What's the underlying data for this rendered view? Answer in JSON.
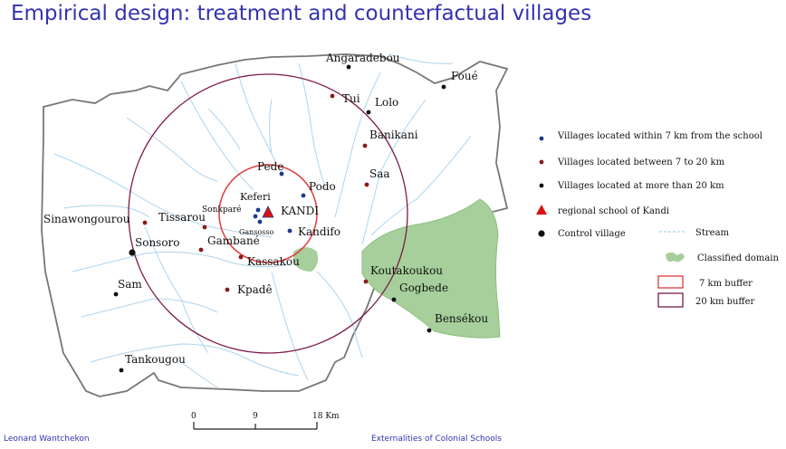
{
  "slide": {
    "title": "Empirical design: treatment and counterfactual villages",
    "footer_left": "Leonard Wantchekon",
    "footer_center": "Externalities of Colonial Schools"
  },
  "map": {
    "villages": [
      {
        "id": "angaradebou",
        "name": "Angaradebou",
        "cat": "far"
      },
      {
        "id": "foue",
        "name": "Foué",
        "cat": "far"
      },
      {
        "id": "tui",
        "name": "Tui",
        "cat": "mid"
      },
      {
        "id": "lolo",
        "name": "Lolo",
        "cat": "far"
      },
      {
        "id": "banikani",
        "name": "Banikani",
        "cat": "mid"
      },
      {
        "id": "saa",
        "name": "Saa",
        "cat": "mid"
      },
      {
        "id": "pede",
        "name": "Pede",
        "cat": "near"
      },
      {
        "id": "podo",
        "name": "Podo",
        "cat": "near"
      },
      {
        "id": "keferi",
        "name": "Keferi",
        "cat": "near"
      },
      {
        "id": "sonkpare",
        "name": "Sonkparé",
        "cat": "near"
      },
      {
        "id": "gansosso",
        "name": "Gansosso",
        "cat": "near"
      },
      {
        "id": "kandifo",
        "name": "Kandifo",
        "cat": "near"
      },
      {
        "id": "tissarou",
        "name": "Tissarou",
        "cat": "mid"
      },
      {
        "id": "sinawongourou",
        "name": "Sinawongourou",
        "cat": "mid"
      },
      {
        "id": "sonsoro",
        "name": "Sonsoro",
        "cat": "control"
      },
      {
        "id": "gambane",
        "name": "Gambané",
        "cat": "mid"
      },
      {
        "id": "kassakou",
        "name": "Kassakou",
        "cat": "mid"
      },
      {
        "id": "sam",
        "name": "Sam",
        "cat": "far"
      },
      {
        "id": "kpade",
        "name": "Kpadê",
        "cat": "mid"
      },
      {
        "id": "koutakoukou",
        "name": "Koutakoukou",
        "cat": "mid"
      },
      {
        "id": "gogbede",
        "name": "Gogbede",
        "cat": "far"
      },
      {
        "id": "bensekou",
        "name": "Bensékou",
        "cat": "far"
      },
      {
        "id": "tankougou",
        "name": "Tankougou",
        "cat": "far"
      }
    ],
    "school": {
      "name": "KANDI"
    },
    "legend": {
      "within7": "Villages located  within 7 km from the school",
      "between7_20": "Villages located between 7 to 20 km",
      "beyond20": "Villages located at more than 20 km",
      "school": "regional school of Kandi",
      "control": "Control village",
      "stream": "Stream",
      "classified": "Classified domain",
      "buffer7": "7 km buffer",
      "buffer20": "20 km buffer"
    },
    "scale": {
      "ticks": [
        "0",
        "9",
        "18 Km"
      ]
    },
    "colors": {
      "near": "#1a3a8a",
      "mid": "#8b1a1a",
      "far": "#111111",
      "school": "#dd1111",
      "buffer7": "#e03a3a",
      "buffer20": "#7a1a4a",
      "classified": "#a6cf9b",
      "stream": "#aed4ee",
      "boundary": "#777777"
    }
  }
}
